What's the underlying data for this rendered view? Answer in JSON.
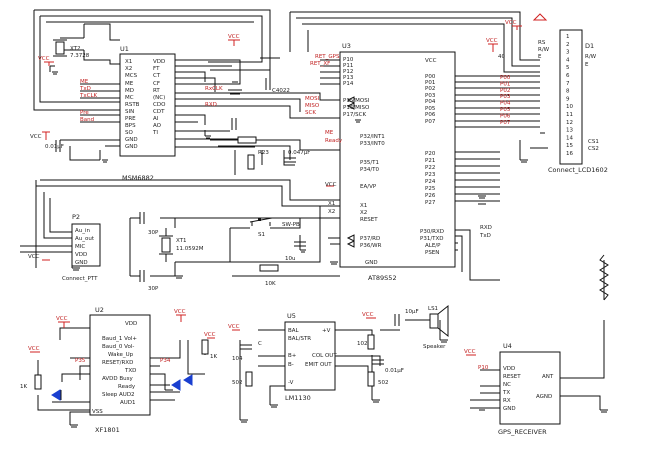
{
  "power": {
    "vcc": "VCC"
  },
  "u1": {
    "ref": "U1",
    "part": "MSM6882",
    "left_pins": [
      "X1",
      "X2",
      "MCS",
      "ME",
      "MD",
      "MC",
      "RSTB",
      "SIN",
      "PRE",
      "BPS",
      "SO",
      "GND",
      "GND"
    ],
    "right_pins": [
      "VDD",
      "FT",
      "CT",
      "CF",
      "RT",
      "(NC)",
      "CDO",
      "CDT",
      "AI",
      "AO",
      "TI"
    ]
  },
  "u3": {
    "ref": "U3",
    "part": "AT89S52",
    "vcc": "VCC",
    "pin40": "40",
    "left_pins": [
      "P10",
      "P11",
      "P12",
      "P13",
      "P14",
      "P15/MOSI",
      "P16/MISO",
      "P17/SCK",
      "P32/INT1",
      "P33/INT0",
      "P35/T1",
      "P34/T0",
      "EA/VP",
      "X1",
      "X2",
      "RESET",
      "P37/RD",
      "P36/WR",
      "GND"
    ],
    "right_pins": [
      "P00",
      "P01",
      "P02",
      "P03",
      "P04",
      "P05",
      "P06",
      "P07",
      "P20",
      "P21",
      "P22",
      "P23",
      "P24",
      "P25",
      "P26",
      "P27",
      "P30/RXD",
      "P31/TXD",
      "ALE/P",
      "PSEN"
    ]
  },
  "lcd": {
    "ref": "D1",
    "part": "Connect_LCD1602",
    "rw": "R/W",
    "e": "E",
    "cs1": "CS1",
    "cs2": "CS2",
    "pin_numbers": [
      "1",
      "2",
      "3",
      "4",
      "5",
      "6",
      "7",
      "8",
      "9",
      "10",
      "11",
      "12",
      "13",
      "14",
      "15",
      "16"
    ],
    "data_nets": [
      "P00",
      "P01",
      "P02",
      "P03",
      "P04",
      "P05",
      "P06",
      "P07"
    ]
  },
  "nets": {
    "me": "ME",
    "txd": "TxD",
    "txclk": "TxCLK",
    "pre": "Pre",
    "band": "Band",
    "rxclk": "RxCLK",
    "rxd": "RXD",
    "ret_gps": "RET_GPS",
    "ret_xf": "RET_XF",
    "mosi": "MOSI",
    "miso": "MISO",
    "sck": "SCK",
    "ready": "Ready",
    "x1": "X1",
    "x2": "X2",
    "rs": "RS",
    "rw": "R/W",
    "e": "E",
    "p35": "P35",
    "p34": "P34",
    "p10": "P10"
  },
  "parts": {
    "xt2": "XT2",
    "xt2_value": "7.3728",
    "c1_value": "0.01μF",
    "c2": "C4022",
    "r1": "R23",
    "c3_value": "0.047μF",
    "xt1": "XT1",
    "xt1_value": "11.0592M",
    "c_30p": "30P",
    "s1": "S1",
    "sw_pb": "SW-PB",
    "c_10u": "10u",
    "r_10k": "10K",
    "r_1k": "1K",
    "c_u5": "C",
    "c_104": "104",
    "r_502": "502",
    "r_102": "102",
    "c_001u": "0.01μF",
    "c_spk": "10μF",
    "ls1": "LS1",
    "speaker": "Speaker"
  },
  "p2": {
    "ref": "P2",
    "part": "Connect_PTT",
    "pins": [
      "Au_in",
      "Au_out",
      "MIC",
      "VDD",
      "GND"
    ]
  },
  "u2": {
    "ref": "U2",
    "part": "XF1801",
    "pins": [
      "VDD",
      "Baud_1 Vol+",
      "Baud_0 Vol-",
      "Wake_Up",
      "RESET/RXD",
      "TXD",
      "AVDD  Busy",
      "Ready",
      "Sleep  AUD2",
      "AUD1",
      "VSS"
    ]
  },
  "u5": {
    "ref": "U5",
    "part": "LM1130",
    "pins": [
      "BAL",
      "BAL/STR",
      "B+",
      "B-",
      "-V",
      "+V",
      "COL OUT",
      "EMIT OUT"
    ]
  },
  "gps": {
    "ref": "U4",
    "part": "GPS_RECEIVER",
    "pins": [
      "VDD",
      "RESET",
      "NC",
      "TX",
      "RX",
      "GND",
      "ANT",
      "AGND"
    ]
  }
}
